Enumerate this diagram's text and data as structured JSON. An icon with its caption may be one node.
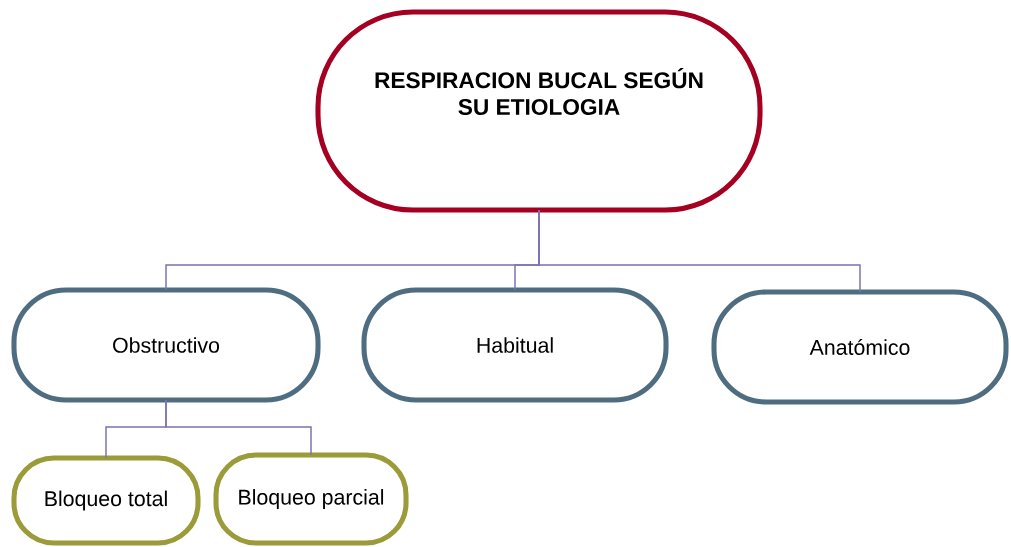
{
  "diagram": {
    "nodes": [
      {
        "text": [
          "RESPIRACION BUCAL SEGÚN SU ETIOLOGIA"
        ]
      },
      {
        "text": [
          "Obstructivo"
        ]
      },
      {
        "text": [
          "Habitual"
        ]
      },
      {
        "text": [
          "Anatómico"
        ]
      },
      {
        "text": [
          "Bloqueo total"
        ]
      },
      {
        "text": [
          "Bloqueo parcial"
        ]
      }
    ],
    "edges": [
      {
        "from": 0,
        "to": 1,
        "arrow": "none"
      },
      {
        "from": 0,
        "to": 2,
        "arrow": "none"
      },
      {
        "from": 0,
        "to": 3,
        "arrow": "none"
      },
      {
        "from": 1,
        "to": 4,
        "arrow": "none"
      },
      {
        "from": 1,
        "to": 5,
        "arrow": "none"
      }
    ]
  }
}
